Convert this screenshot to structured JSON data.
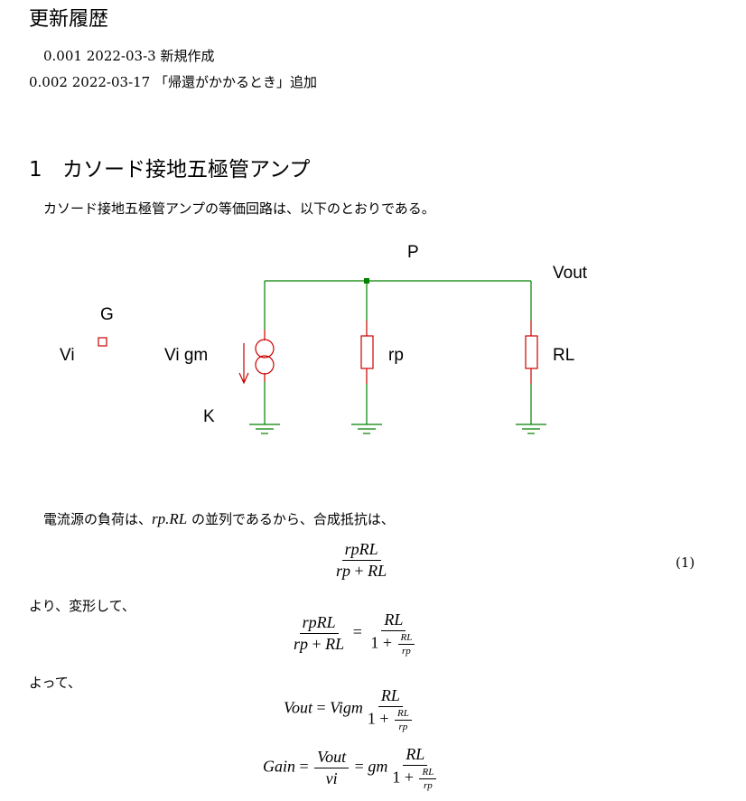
{
  "title": "更新履歴",
  "revisions": [
    {
      "version": "0.001",
      "date": "2022-03-3",
      "note": "新規作成"
    },
    {
      "version": "0.002",
      "date": "2022-03-17",
      "note": "「帰還がかかるとき」追加"
    }
  ],
  "section": {
    "number": "1",
    "title": "カソード接地五極管アンプ"
  },
  "intro_text": "カソード接地五極管アンプの等価回路は、以下のとおりである。",
  "circuit": {
    "labels": {
      "P": "P",
      "Vout": "Vout",
      "G": "G",
      "Vi": "Vi",
      "Vigm": "Vi gm",
      "rp": "rp",
      "RL": "RL",
      "K": "K"
    },
    "colors": {
      "wire": "#008000",
      "component": "#cc0000",
      "node": "#008000"
    }
  },
  "load_text": {
    "pre": "電流源の負荷は、",
    "math": "rp.RL",
    "post": " の並列であるから、合成抵抗は、"
  },
  "eq1": {
    "num": "rpRL",
    "den_a": "rp",
    "den_b": "RL",
    "number": "(1)"
  },
  "yori_text": "より、変形して、",
  "eq2": {
    "num": "rpRL",
    "den_a": "rp",
    "den_b": "RL",
    "rhs_num": "RL",
    "rhs_one": "1",
    "rhs_small_num": "RL",
    "rhs_small_den": "rp"
  },
  "yotte_text": "よって、",
  "eq3": {
    "lhs": "Vout",
    "mid": "Vigm",
    "num": "RL",
    "one": "1",
    "small_num": "RL",
    "small_den": "rp"
  },
  "eq4": {
    "lhs": "Gain",
    "f_num": "Vout",
    "f_den": "vi",
    "mid": "gm",
    "num": "RL",
    "one": "1",
    "small_num": "RL",
    "small_den": "rp"
  }
}
